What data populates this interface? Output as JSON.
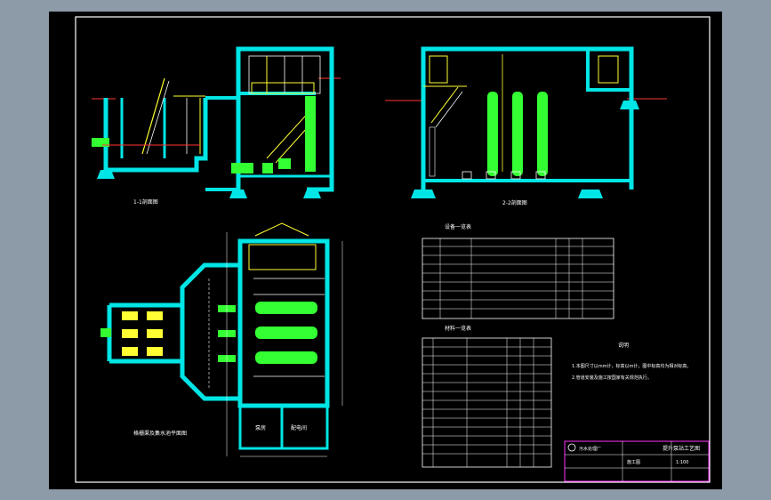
{
  "section_a_title": "1-1剖面图",
  "section_b_title": "2-2剖面图",
  "plan_title": "格栅渠及集水池平面图",
  "equipment_table_title": "设备一览表",
  "material_table_title": "材料一览表",
  "notes_title": "说明",
  "notes": [
    "1.本图尺寸以mm计，标高以m计，图中标高均为相对标高。",
    "2.管道安装及施工按国家有关规范执行。"
  ],
  "plan_room_label": "泵房",
  "plan_room_label_2": "配电间",
  "title_block": {
    "drawing_name": "提升泵站工艺图",
    "project": "污水处理厂",
    "stage": "施工图",
    "scale": "1:100"
  },
  "colors": {
    "background": "#8d9aa8",
    "sheet": "#000000",
    "wall": "#00e5e5",
    "pump": "#33ff33",
    "accent": "#ffff33",
    "line": "#ffffff",
    "pipe": "#ff3333",
    "title_block_frame": "#ff33ff"
  }
}
